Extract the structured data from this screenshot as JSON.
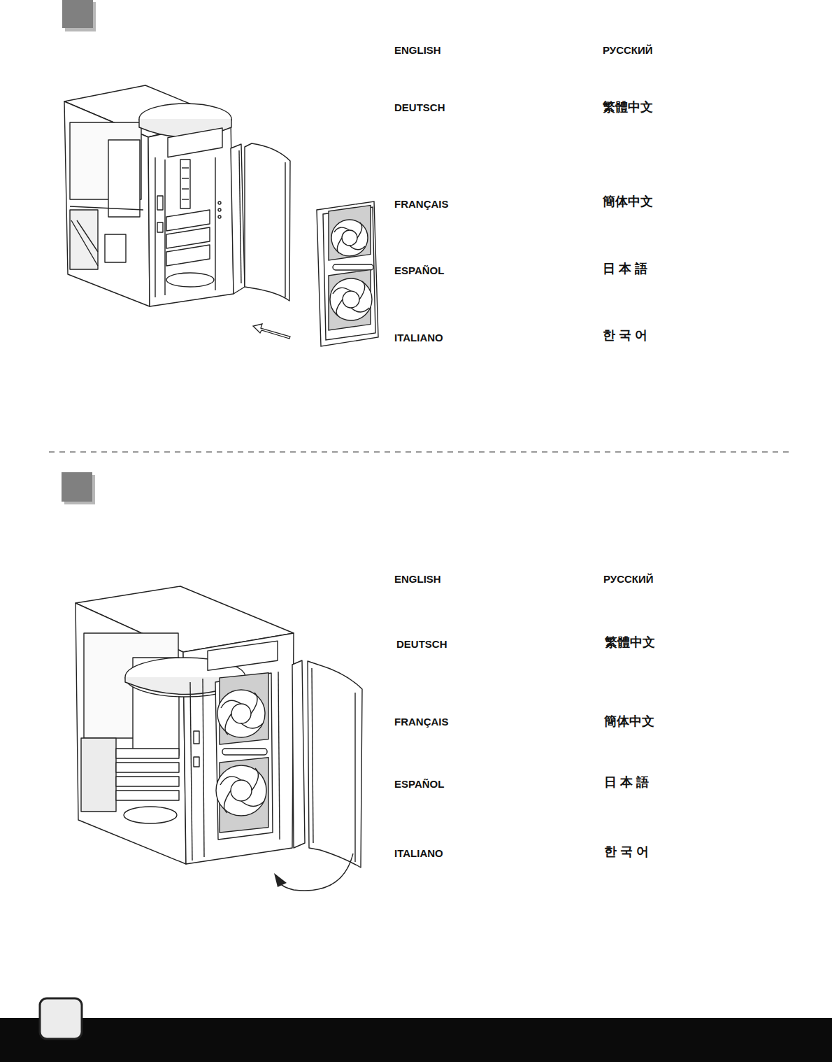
{
  "diagram": {
    "labels": [
      "ENGLISH",
      "РУССКИЙ",
      "DEUTSCH",
      "繁體中文",
      "FRANÇAIS",
      "簡体中文",
      "ESPAÑOL",
      "日 本 語",
      "ITALIANO",
      "한 국 어",
      "ENGLISH",
      "РУССКИЙ",
      "DEUTSCH",
      "繁體中文",
      "FRANÇAIS",
      "簡体中文",
      "ESPAÑOL",
      "日 本 語",
      "ITALIANO",
      "한 국 어"
    ]
  }
}
